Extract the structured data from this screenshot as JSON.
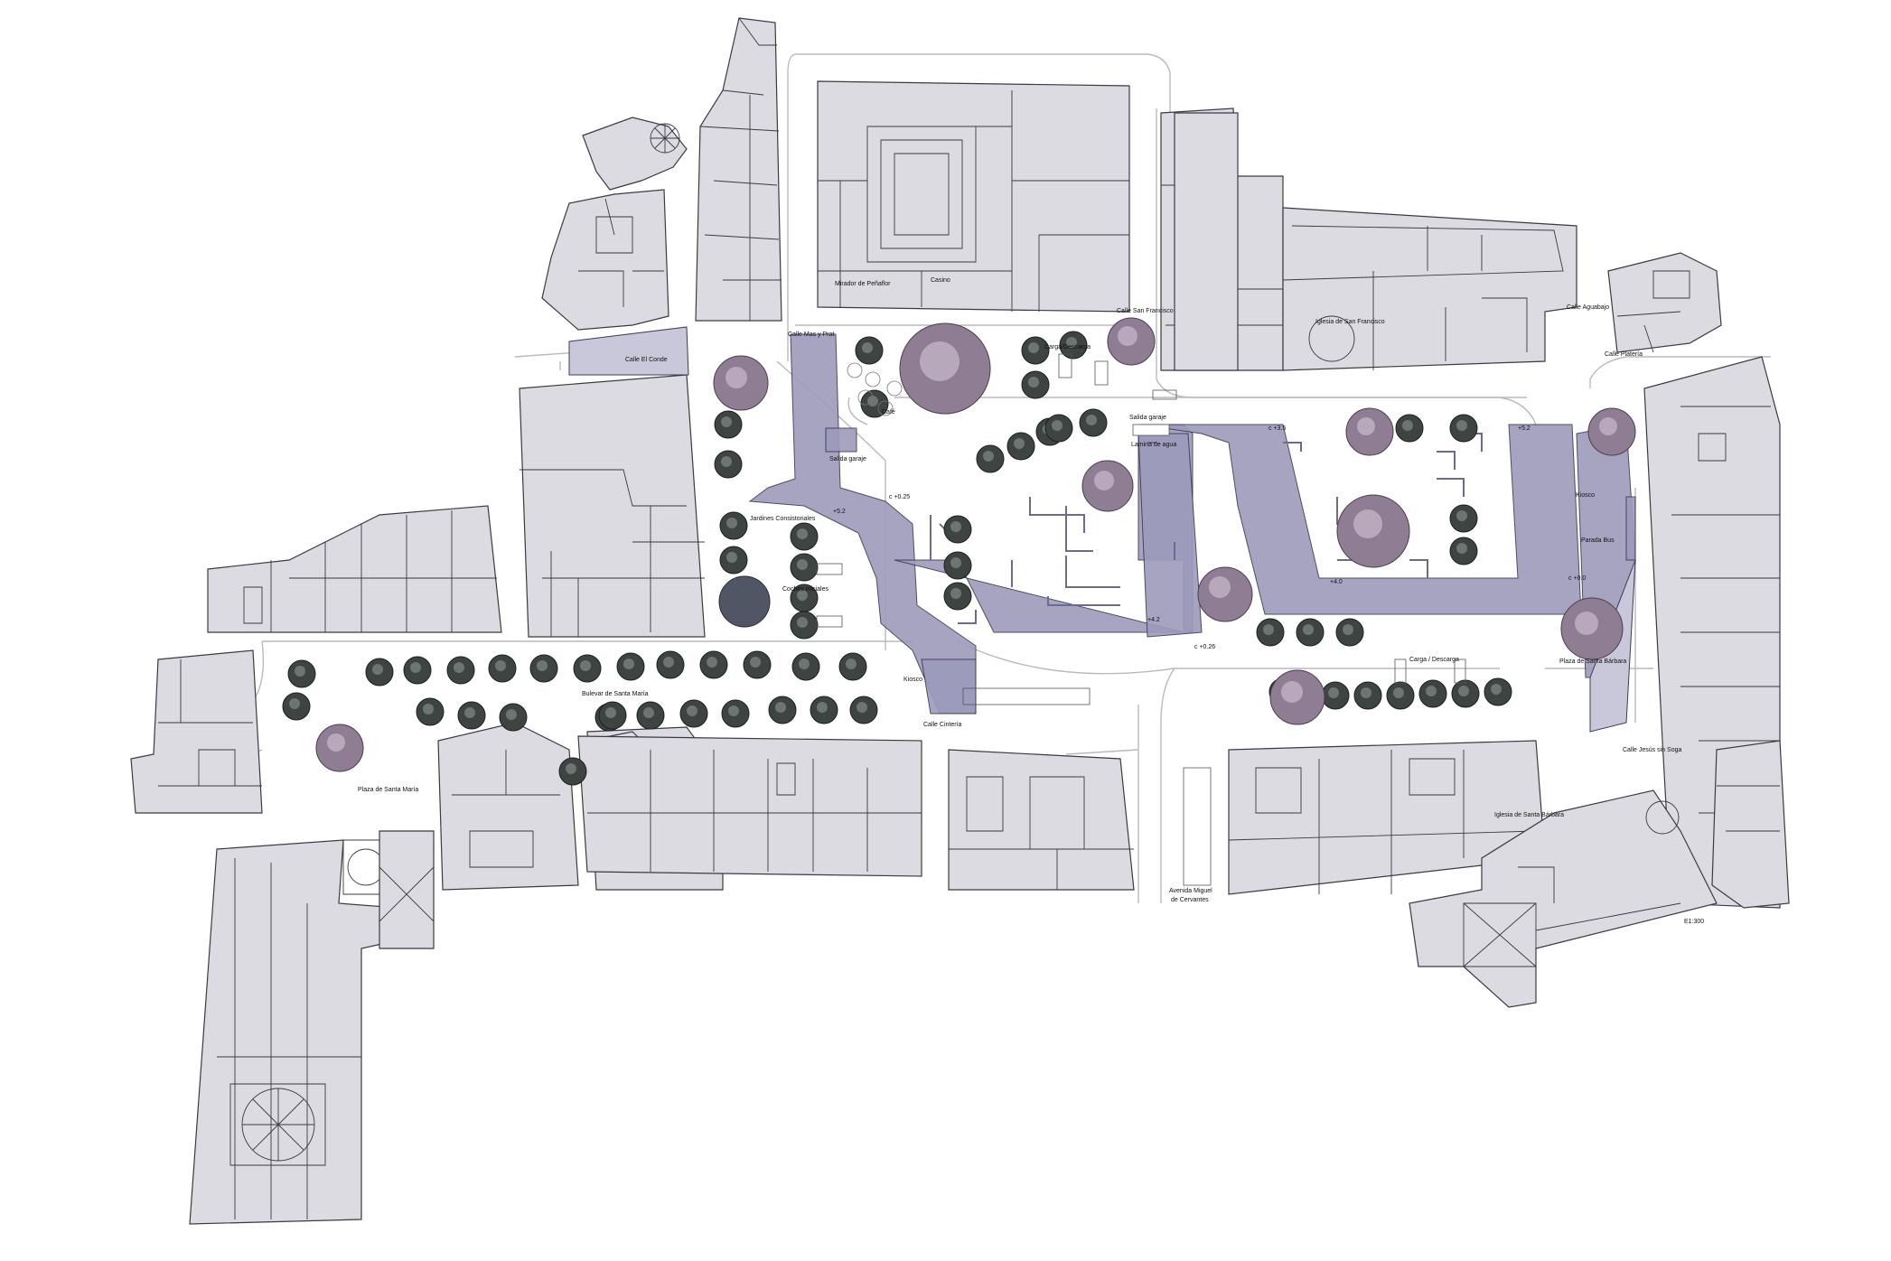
{
  "labels": {
    "mirador": "Mirador de Peñaflor",
    "casino": "Casino",
    "calle_mas_prat": "Calle Mas y Prat",
    "calle_el_conde": "Calle El Conde",
    "carga_descarga_top": "Carga/Descarga",
    "calle_san_francisco": "Calle San Francisco",
    "iglesia_san_francisco": "Iglesia de San Francisco",
    "calle_aguabajo": "Calle Aguabajo",
    "calle_plateria": "Calle Platería",
    "cafe": "Café",
    "salida_garaje_1": "Salida garaje",
    "salida_garaje_2": "Salida garaje",
    "lamina_agua": "Lamina de agua",
    "c35": "c +3.5",
    "p52_right": "+5.2",
    "kiosco_right": "Kiosco",
    "c025": "c +0.25",
    "p52_left": "+5.2",
    "jardines": "Jardines Consistoriales",
    "parada_bus": "Parada Bus",
    "p40": "+4.0",
    "c00": "c +0.0",
    "coches": "Coches oficiales",
    "p42": "+4.2",
    "c026": "c +0.26",
    "carga_descarga_bottom": "Carga / Descarga",
    "plaza_santa_barbara": "Plaza de Santa Bárbara",
    "kiosco_left": "Kiosco",
    "bulevar": "Bulevar de Santa María",
    "calle_cinteria": "Calle Cintería",
    "calle_jesus": "Calle Jesús sin Soga",
    "plaza_santa_maria": "Plaza de Santa María",
    "iglesia_santa_barbara": "Iglesia de Santa Bárbara",
    "avenida": "Avenida   Miguel",
    "avenida2": "de Cervantes",
    "scale": "E1:300"
  },
  "colors": {
    "building": "#dcdbe2",
    "plaza": "#9d9bbb",
    "tree": "#3e4442",
    "flowering_tree": "#8f7d94"
  }
}
